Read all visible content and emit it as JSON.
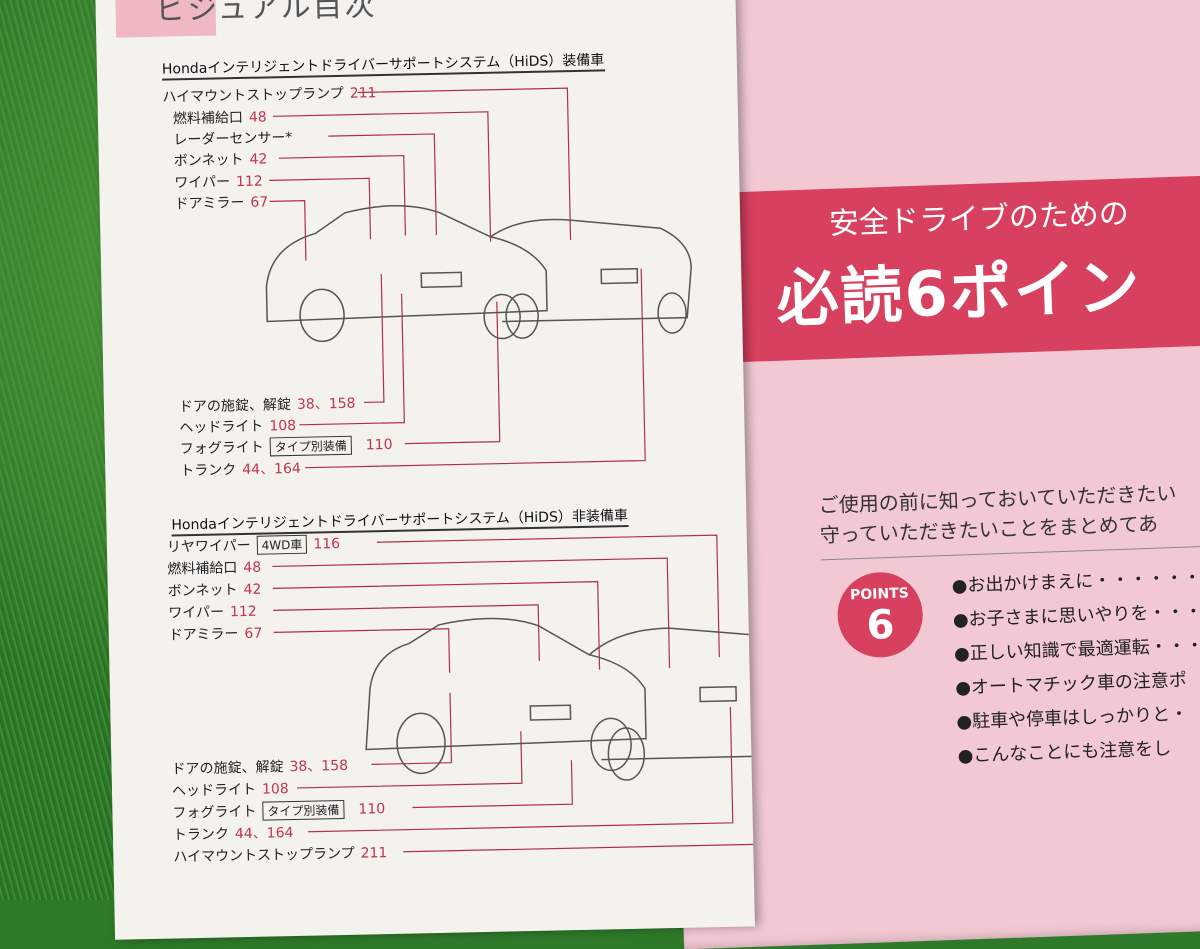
{
  "left_page": {
    "tab_title": "ビジュアル目次",
    "section1": {
      "heading": "Hondaインテリジェントドライバーサポートシステム（HiDS）装備車",
      "top_labels": [
        {
          "text": "ハイマウントストップランプ",
          "page": "211"
        },
        {
          "text": "燃料補給口",
          "page": "48"
        },
        {
          "text": "レーダーセンサー*",
          "page": ""
        },
        {
          "text": "ボンネット",
          "page": "42"
        },
        {
          "text": "ワイパー",
          "page": "112"
        },
        {
          "text": "ドアミラー",
          "page": "67"
        }
      ],
      "bottom_labels": [
        {
          "text": "ドアの施錠、解錠",
          "page": "38、158",
          "badge": ""
        },
        {
          "text": "ヘッドライト",
          "page": "108",
          "badge": ""
        },
        {
          "text": "フォグライト",
          "page": "110",
          "badge": "タイプ別装備"
        },
        {
          "text": "トランク",
          "page": "44、164",
          "badge": ""
        }
      ]
    },
    "section2": {
      "heading": "Hondaインテリジェントドライバーサポートシステム（HiDS）非装備車",
      "top_labels": [
        {
          "text": "リヤワイパー",
          "page": "116",
          "badge": "4WD車"
        },
        {
          "text": "燃料補給口",
          "page": "48",
          "badge": ""
        },
        {
          "text": "ボンネット",
          "page": "42",
          "badge": ""
        },
        {
          "text": "ワイパー",
          "page": "112",
          "badge": ""
        },
        {
          "text": "ドアミラー",
          "page": "67",
          "badge": ""
        }
      ],
      "bottom_labels": [
        {
          "text": "ドアの施錠、解錠",
          "page": "38、158",
          "badge": ""
        },
        {
          "text": "ヘッドライト",
          "page": "108",
          "badge": ""
        },
        {
          "text": "フォグライト",
          "page": "110",
          "badge": "タイプ別装備"
        },
        {
          "text": "トランク",
          "page": "44、164",
          "badge": ""
        },
        {
          "text": "ハイマウントストップランプ",
          "page": "211",
          "badge": ""
        }
      ]
    }
  },
  "right_page": {
    "banner_sub": "安全ドライブのための",
    "banner_main": "必読6ポイン",
    "intro_lines": [
      "ご使用の前に知っておいていただきたい",
      "守っていただきたいことをまとめてあ"
    ],
    "points_label": "POINTS",
    "points_number": "6",
    "points": [
      "●お出かけまえに・・・・・・・・・・",
      "●お子さまに思いやりを・・・・",
      "●正しい知識で最適運転・・・・",
      "●オートマチック車の注意ポ",
      "●駐車や停車はしっかりと・",
      "●こんなことにも注意をし"
    ]
  },
  "colors": {
    "accent": "#d7405e",
    "page_number": "#c4344f",
    "right_page": "#f2c9d3"
  }
}
